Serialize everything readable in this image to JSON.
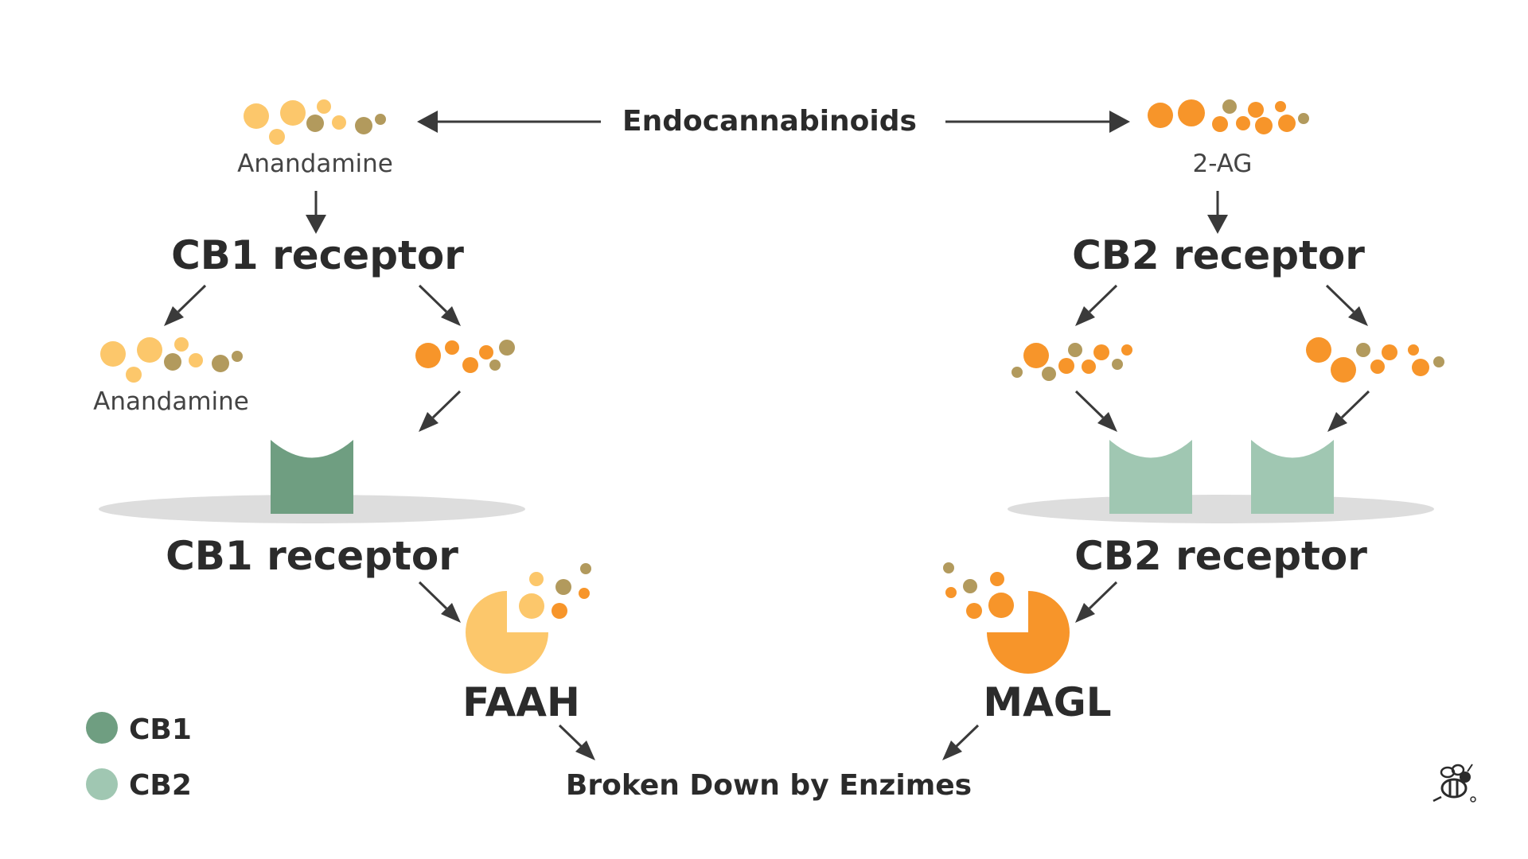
{
  "title": "Endocannabinoids",
  "left": {
    "molecule_label": "Anandamine",
    "receptor_heading": "CB1 receptor",
    "bound_label": "Anandamine",
    "receptor_label": "CB1 receptor",
    "enzyme": "FAAH"
  },
  "right": {
    "molecule_label": "2-AG",
    "receptor_heading": "CB2 receptor",
    "receptor_label": "CB2 receptor",
    "enzyme": "MAGL"
  },
  "result": "Broken Down by Enzimes",
  "legend": [
    {
      "label": "CB1",
      "color": "#6f9e81"
    },
    {
      "label": "CB2",
      "color": "#a0c7b2"
    }
  ],
  "colors": {
    "anandamine": "#fcc76b",
    "two_ag": "#f7952a",
    "olive": "#b29a5d",
    "cb1": "#6f9e81",
    "cb2": "#a0c7b2",
    "membrane": "#dddddd",
    "arrow": "#3a3a3a"
  },
  "logo": {
    "icon": "bee-icon"
  }
}
